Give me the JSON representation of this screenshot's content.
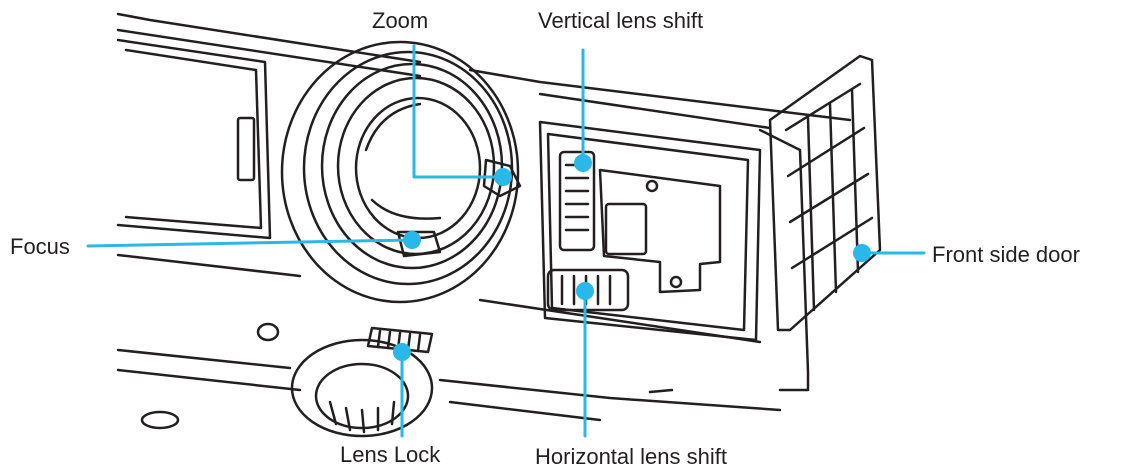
{
  "labels": {
    "zoom": "Zoom",
    "vertical_lens_shift": "Vertical lens shift",
    "focus": "Focus",
    "front_side_door": "Front side door",
    "lens_lock": "Lens Lock",
    "horizontal_lens_shift": "Horizontal lens shift"
  },
  "colors": {
    "callout": "#29b8e8",
    "outline": "#231f20",
    "text": "#231f20"
  }
}
